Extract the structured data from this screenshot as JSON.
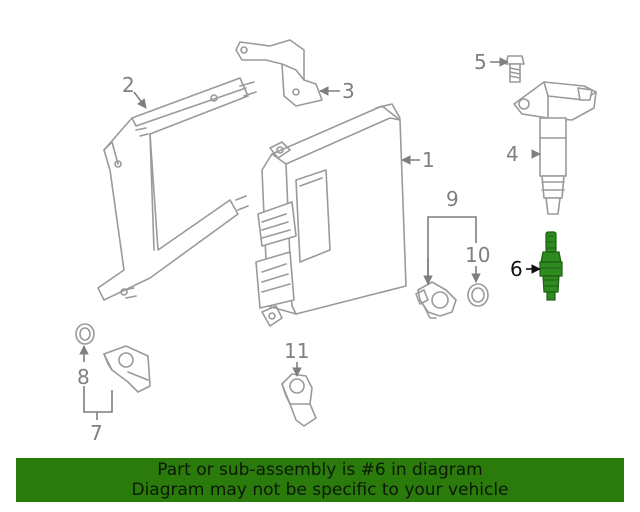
{
  "labels": {
    "l1": "1",
    "l2": "2",
    "l3": "3",
    "l4": "4",
    "l5": "5",
    "l6": "6",
    "l7": "7",
    "l8": "8",
    "l9": "9",
    "l10": "10",
    "l11": "11"
  },
  "highlight_color": "#2e8b1f",
  "banner": {
    "line1": "Part or sub-assembly is #6 in diagram",
    "line2": "Diagram may not be specific to your vehicle",
    "color": "#2a7a0c"
  }
}
